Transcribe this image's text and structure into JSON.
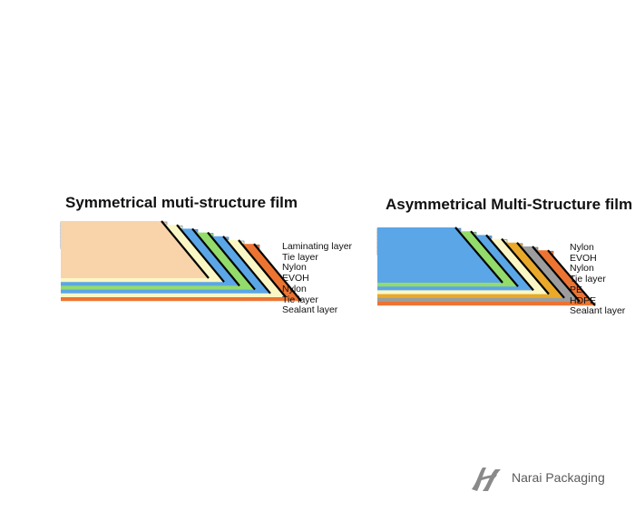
{
  "left_diagram": {
    "title": "Symmetrical muti-structure film",
    "layers": [
      {
        "label": "Laminating layer",
        "color": "#f9d3aa"
      },
      {
        "label": "Tie layer",
        "color": "#fbf7c4"
      },
      {
        "label": "Nylon",
        "color": "#5ba6e6"
      },
      {
        "label": "EVOH",
        "color": "#93db6a"
      },
      {
        "label": "Nylon",
        "color": "#5ba6e6"
      },
      {
        "label": "Tie layer",
        "color": "#fbf7c4"
      },
      {
        "label": "Sealant layer",
        "color": "#ec7432"
      }
    ]
  },
  "right_diagram": {
    "title": "Asymmetrical Multi-Structure film",
    "layers": [
      {
        "label": "Nylon",
        "color": "#5ba6e6"
      },
      {
        "label": "EVOH",
        "color": "#93db6a"
      },
      {
        "label": "Nylon",
        "color": "#5ba6e6"
      },
      {
        "label": "Tie layer",
        "color": "#fbf7c4"
      },
      {
        "label": "PE",
        "color": "#eaa92a"
      },
      {
        "label": "HDPE",
        "color": "#9d9d9d"
      },
      {
        "label": "Sealant layer",
        "color": "#ec7432"
      }
    ]
  },
  "logo": {
    "text": "Narai Packaging",
    "color": "#8a8a8a"
  }
}
